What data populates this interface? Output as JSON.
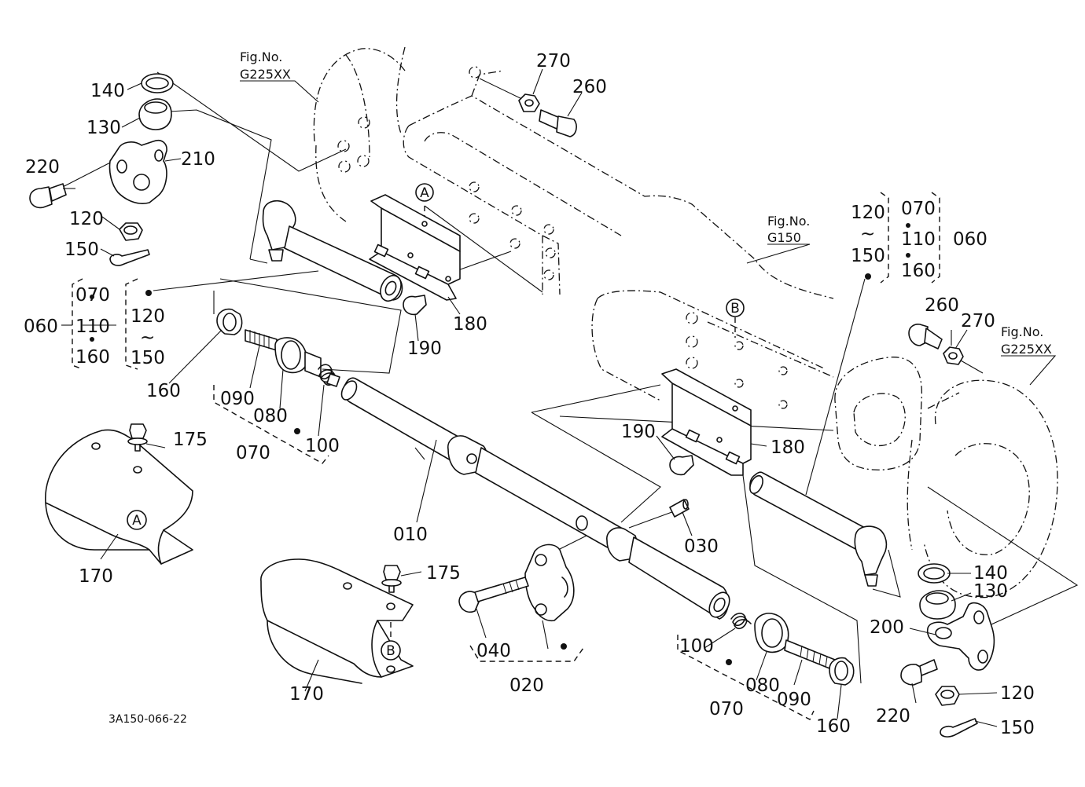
{
  "diagram": {
    "drawing_code": "3A150-066-22",
    "figure_refs": [
      {
        "fig": "Fig.No.",
        "code": "G225XX"
      },
      {
        "fig": "Fig.No.",
        "code": "G150"
      },
      {
        "fig": "Fig.No.",
        "code": "G225XX"
      }
    ],
    "view_markers": [
      "A",
      "B"
    ],
    "parts": {
      "p010": "010",
      "p020": "020",
      "p030": "030",
      "p040": "040",
      "p060": "060",
      "p070": "070",
      "p080": "080",
      "p090": "090",
      "p100": "100",
      "p110": "110",
      "p120": "120",
      "p130": "130",
      "p140": "140",
      "p150": "150",
      "p160": "160",
      "p170": "170",
      "p175": "175",
      "p180": "180",
      "p190": "190",
      "p200": "200",
      "p210": "210",
      "p220": "220",
      "p260": "260",
      "p270": "270"
    },
    "range_symbol": "~",
    "bullet": "•"
  }
}
